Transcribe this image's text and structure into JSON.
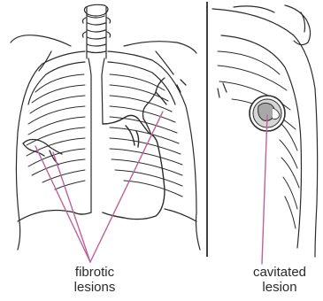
{
  "labels": {
    "fibrotic": {
      "line1": "fibrotic",
      "line2": "lesions"
    },
    "cavitated": {
      "line1": "cavitated",
      "line2": "lesion"
    }
  },
  "colors": {
    "outline": "#2b2b2b",
    "pointer": "#c0609a",
    "lesion_fill": "#a8a8a8",
    "background": "#ffffff"
  }
}
